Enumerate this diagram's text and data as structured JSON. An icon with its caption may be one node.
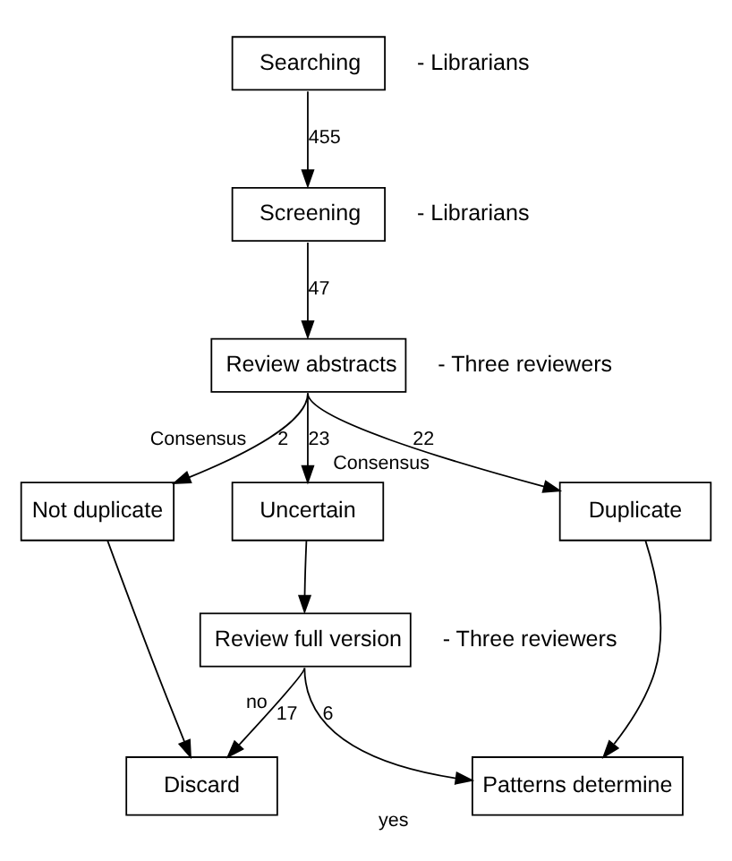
{
  "diagram": {
    "nodes": [
      {
        "text": [
          "Searching"
        ],
        "beside": [
          "- Librarians"
        ]
      },
      {
        "text": [
          "Screening"
        ],
        "beside": [
          "- Librarians"
        ]
      },
      {
        "text": [
          "Review abstracts"
        ],
        "beside": [
          "- Three reviewers"
        ]
      },
      {
        "text": [
          "Not duplicate"
        ]
      },
      {
        "text": [
          "Uncertain"
        ]
      },
      {
        "text": [
          "Duplicate"
        ]
      },
      {
        "text": [
          "Review full version"
        ],
        "beside": [
          "- Three reviewers"
        ]
      },
      {
        "text": [
          "Discard"
        ]
      },
      {
        "text": [
          "Patterns determine"
        ]
      }
    ],
    "edges": [
      {
        "from": 0,
        "to": 1,
        "arrow": "to",
        "label": "455"
      },
      {
        "from": 1,
        "to": 2,
        "arrow": "to",
        "label": "47"
      },
      {
        "from": 2,
        "to": 3,
        "arrow": "to",
        "label": "2"
      },
      {
        "from": 2,
        "to": 4,
        "arrow": "to",
        "label": "23"
      },
      {
        "from": 2,
        "to": 5,
        "arrow": "to",
        "label": "22"
      },
      {
        "from": 3,
        "to": 7,
        "arrow": "to"
      },
      {
        "from": 4,
        "to": 6,
        "arrow": "to"
      },
      {
        "from": 5,
        "to": 8,
        "arrow": "to"
      },
      {
        "from": 6,
        "to": 7,
        "arrow": "to",
        "label": "17"
      },
      {
        "from": 6,
        "to": 8,
        "arrow": "to",
        "label": "6"
      }
    ],
    "labels": [
      "Consensus",
      "Consensus",
      "no",
      "yes"
    ]
  }
}
